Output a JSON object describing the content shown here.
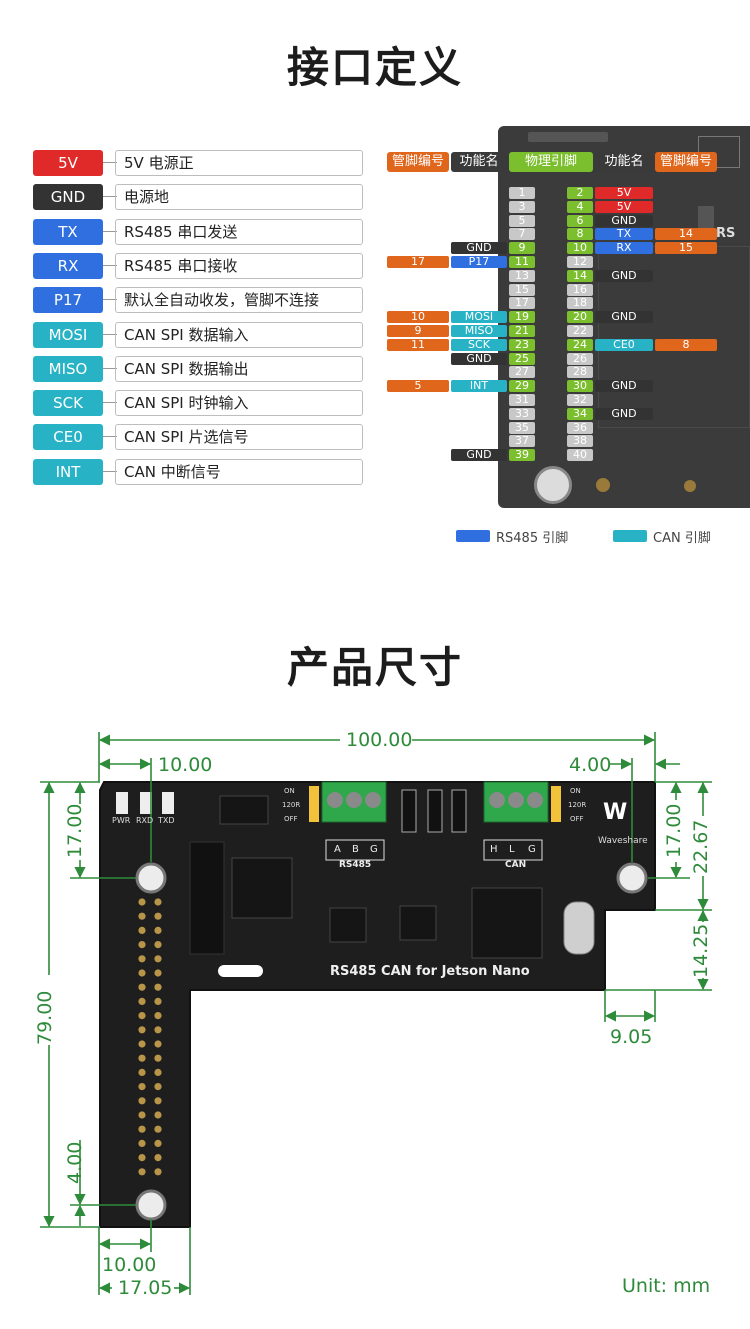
{
  "titles": {
    "interface": "接口定义",
    "dimensions": "产品尺寸"
  },
  "colors": {
    "red": "#e02a2a",
    "black": "#333333",
    "blue": "#2f6fe0",
    "cyan": "#27b3c5",
    "orange": "#e0661c",
    "green": "#7cbf2e",
    "dim": "#2e8b3a"
  },
  "legend": [
    {
      "badge": "5V",
      "desc": "5V 电源正",
      "color": "red"
    },
    {
      "badge": "GND",
      "desc": "电源地",
      "color": "black"
    },
    {
      "badge": "TX",
      "desc": "RS485 串口发送",
      "color": "blue"
    },
    {
      "badge": "RX",
      "desc": "RS485 串口接收",
      "color": "blue"
    },
    {
      "badge": "P17",
      "desc": "默认全自动收发，管脚不连接",
      "color": "blue"
    },
    {
      "badge": "MOSI",
      "desc": "CAN SPI 数据输入",
      "color": "cyan"
    },
    {
      "badge": "MISO",
      "desc": "CAN SPI 数据输出",
      "color": "cyan"
    },
    {
      "badge": "SCK",
      "desc": "CAN SPI 时钟输入",
      "color": "cyan"
    },
    {
      "badge": "CE0",
      "desc": "CAN SPI 片选信号",
      "color": "cyan"
    },
    {
      "badge": "INT",
      "desc": "CAN 中断信号",
      "color": "cyan"
    }
  ],
  "pin_header": {
    "columns": [
      "管脚编号",
      "功能名",
      "物理引脚",
      "功能名",
      "管脚编号"
    ],
    "left_pins": [
      {
        "num": "1"
      },
      {
        "num": "3"
      },
      {
        "num": "5"
      },
      {
        "num": "7"
      },
      {
        "num": "9",
        "func": "GND",
        "func_color": "black",
        "active": true
      },
      {
        "num": "11",
        "func": "P17",
        "func_color": "blue",
        "pin_no": "17",
        "active": true
      },
      {
        "num": "13"
      },
      {
        "num": "15"
      },
      {
        "num": "17"
      },
      {
        "num": "19",
        "func": "MOSI",
        "func_color": "cyan",
        "pin_no": "10",
        "active": true
      },
      {
        "num": "21",
        "func": "MISO",
        "func_color": "cyan",
        "pin_no": "9",
        "active": true
      },
      {
        "num": "23",
        "func": "SCK",
        "func_color": "cyan",
        "pin_no": "11",
        "active": true
      },
      {
        "num": "25",
        "func": "GND",
        "func_color": "black",
        "active": true
      },
      {
        "num": "27"
      },
      {
        "num": "29",
        "func": "INT",
        "func_color": "cyan",
        "pin_no": "5",
        "active": true
      },
      {
        "num": "31"
      },
      {
        "num": "33"
      },
      {
        "num": "35"
      },
      {
        "num": "37"
      },
      {
        "num": "39",
        "func": "GND",
        "func_color": "black",
        "active": true
      }
    ],
    "right_pins": [
      {
        "num": "2",
        "func": "5V",
        "func_color": "red",
        "active": true
      },
      {
        "num": "4",
        "func": "5V",
        "func_color": "red",
        "active": true
      },
      {
        "num": "6",
        "func": "GND",
        "func_color": "black",
        "active": true
      },
      {
        "num": "8",
        "func": "TX",
        "func_color": "blue",
        "pin_no": "14",
        "active": true
      },
      {
        "num": "10",
        "func": "RX",
        "func_color": "blue",
        "pin_no": "15",
        "active": true
      },
      {
        "num": "12"
      },
      {
        "num": "14",
        "func": "GND",
        "func_color": "black",
        "active": true
      },
      {
        "num": "16"
      },
      {
        "num": "18"
      },
      {
        "num": "20",
        "func": "GND",
        "func_color": "black",
        "active": true
      },
      {
        "num": "22"
      },
      {
        "num": "24",
        "func": "CE0",
        "func_color": "cyan",
        "pin_no": "8",
        "active": true
      },
      {
        "num": "26"
      },
      {
        "num": "28"
      },
      {
        "num": "30",
        "func": "GND",
        "func_color": "black",
        "active": true
      },
      {
        "num": "32"
      },
      {
        "num": "34",
        "func": "GND",
        "func_color": "black",
        "active": true
      },
      {
        "num": "36"
      },
      {
        "num": "38"
      },
      {
        "num": "40"
      }
    ],
    "key": [
      {
        "label": "RS485 引脚",
        "color": "blue"
      },
      {
        "label": "CAN 引脚",
        "color": "cyan"
      }
    ]
  },
  "board": {
    "name": "RS485 CAN for Jetson Nano",
    "brand": "Waveshare",
    "led_labels": [
      "PWR",
      "RXD",
      "TXD"
    ],
    "switch_labels": [
      "ON",
      "120R",
      "OFF"
    ],
    "rs485_title": "RS485",
    "rs485_terminals": [
      "A",
      "B",
      "G"
    ],
    "can_title": "CAN",
    "can_terminals": [
      "H",
      "L",
      "G"
    ]
  },
  "dimensions": {
    "width": "100.00",
    "hole_offset_left": "10.00",
    "hole_offset_right": "4.00",
    "top_hole_left": "17.00",
    "top_hole_right": "17.00",
    "right_height": "22.67",
    "right_step": "14.25",
    "notch_width": "9.05",
    "total_height": "79.00",
    "bottom_hole": "4.00",
    "bottom_hole_x": "10.00",
    "bottom_width": "17.05"
  },
  "unit": "Unit: mm"
}
